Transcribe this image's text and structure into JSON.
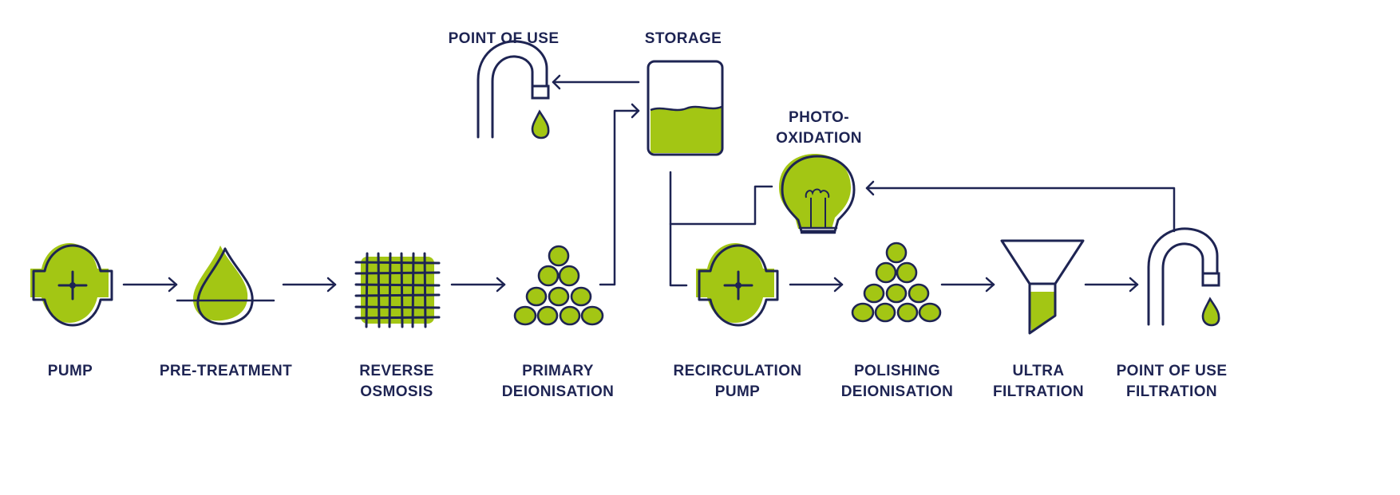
{
  "colors": {
    "ink": "#1e2453",
    "fill": "#a3c614",
    "background": "#ffffff"
  },
  "stages": [
    {
      "id": "pump",
      "icon": "pump-icon",
      "lines": [
        "PUMP"
      ]
    },
    {
      "id": "pre-treatment",
      "icon": "droplet-icon",
      "lines": [
        "PRE-TREATMENT"
      ]
    },
    {
      "id": "reverse-osmosis",
      "icon": "mesh-filter-icon",
      "lines": [
        "REVERSE",
        "OSMOSIS"
      ]
    },
    {
      "id": "primary-deionisation",
      "icon": "resin-beads-icon",
      "lines": [
        "PRIMARY",
        "DEIONISATION"
      ]
    },
    {
      "id": "recirculation-pump",
      "icon": "pump-icon",
      "lines": [
        "RECIRCULATION",
        "PUMP"
      ]
    },
    {
      "id": "polishing-deionisation",
      "icon": "resin-beads-icon",
      "lines": [
        "POLISHING",
        "DEIONISATION"
      ]
    },
    {
      "id": "ultra-filtration",
      "icon": "funnel-icon",
      "lines": [
        "ULTRA",
        "FILTRATION"
      ]
    },
    {
      "id": "point-of-use-filtration",
      "icon": "tap-icon",
      "lines": [
        "POINT OF USE",
        "FILTRATION"
      ]
    },
    {
      "id": "storage",
      "icon": "storage-tank-icon",
      "lines": [
        "STORAGE"
      ]
    },
    {
      "id": "point-of-use",
      "icon": "tap-icon",
      "lines": [
        "POINT OF USE"
      ]
    },
    {
      "id": "photo-oxidation",
      "icon": "uv-lamp-icon",
      "lines": [
        "PHOTO-",
        "OXIDATION"
      ]
    }
  ],
  "connections": [
    {
      "from": "pump",
      "to": "pre-treatment"
    },
    {
      "from": "pre-treatment",
      "to": "reverse-osmosis"
    },
    {
      "from": "reverse-osmosis",
      "to": "primary-deionisation"
    },
    {
      "from": "primary-deionisation",
      "to": "storage"
    },
    {
      "from": "storage",
      "to": "point-of-use"
    },
    {
      "from": "storage",
      "to": "recirculation-pump"
    },
    {
      "from": "photo-oxidation",
      "to": "recirculation-pump"
    },
    {
      "from": "recirculation-pump",
      "to": "polishing-deionisation"
    },
    {
      "from": "polishing-deionisation",
      "to": "ultra-filtration"
    },
    {
      "from": "ultra-filtration",
      "to": "point-of-use-filtration"
    },
    {
      "from": "point-of-use-filtration",
      "to": "photo-oxidation"
    }
  ]
}
